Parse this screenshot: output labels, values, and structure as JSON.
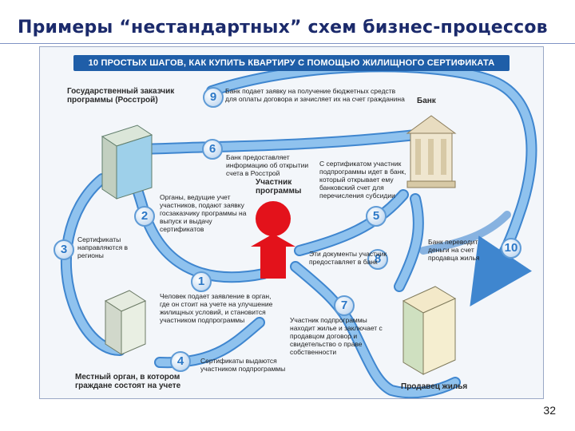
{
  "slide": {
    "title": "Примеры “нестандартных” схем бизнес-процессов",
    "page_number": "32"
  },
  "figure": {
    "banner": "10 ПРОСТЫХ ШАГОВ, КАК КУПИТЬ КВАРТИРУ С ПОМОЩЬЮ ЖИЛИЩНОГО СЕРТИФИКАТА",
    "actors": {
      "state_customer": "Государственный заказчик программы (Росстрой)",
      "bank": "Банк",
      "participant": "Участник программы",
      "local_authority": "Местный орган, в котором граждане состоят на учете",
      "seller": "Продавец жилья"
    },
    "steps": [
      {
        "number": "1",
        "text": "Человек подает заявление в орган, где он стоит на учете на улучшение жилищных условий, и становится участником подпрограммы"
      },
      {
        "number": "2",
        "text": "Органы, ведущие учет участников, подают заявку госзаказчику программы на выпуск и выдачу сертификатов"
      },
      {
        "number": "3",
        "text": "Сертификаты направляются в регионы"
      },
      {
        "number": "4",
        "text": "Сертификаты выдаются участником подпрограммы"
      },
      {
        "number": "5",
        "text": "С сертификатом участник подпрограммы идет в банк, который открывает ему банковский счет для перечисления субсидии"
      },
      {
        "number": "6",
        "text": "Банк предоставляет информацию об открытии счета в Росстрой"
      },
      {
        "number": "7",
        "text": "Участник подпрограммы находит жилье и заключает с продавцом договор и свидетельство о праве собственности"
      },
      {
        "number": "8",
        "text": "Эти документы участник предоставляет в банк"
      },
      {
        "number": "9",
        "text": "Банк подает заявку на получение бюджетных средств для оплаты договора и зачисляет их на счет гражданина"
      },
      {
        "number": "10",
        "text": "Банк переводит деньги на счет продавца жилья"
      }
    ],
    "colors": {
      "path": "#8fc2ee",
      "path_edge": "#3f86cf",
      "banner": "#1f5ea8",
      "person": "#e3121b",
      "step_number": "#2c78c7"
    },
    "icons": [
      "government-building-icon",
      "bank-building-icon",
      "person-icon",
      "local-office-building-icon",
      "apartment-building-icon"
    ]
  }
}
